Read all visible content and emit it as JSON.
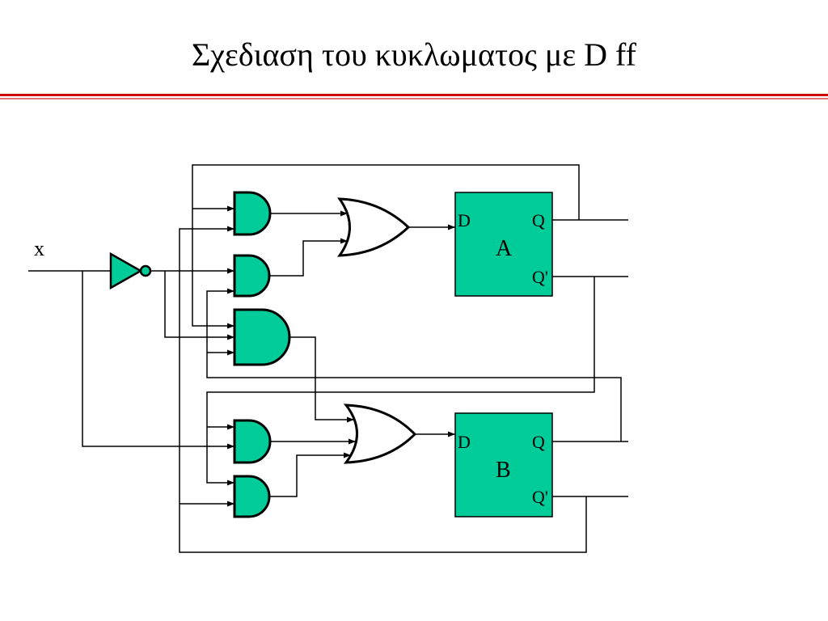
{
  "slide": {
    "title": "Σχεδιαση του κυκλωματος με D ff"
  },
  "circuit": {
    "input_label": "x",
    "flipflops": [
      {
        "name": "A",
        "d_label": "D",
        "q_label": "Q",
        "qn_label": "Q'"
      },
      {
        "name": "B",
        "d_label": "D",
        "q_label": "Q",
        "qn_label": "Q'"
      }
    ]
  },
  "colors": {
    "accent": "#cc0000",
    "accent_light": "#e07070",
    "gate_fill": "#00cc99",
    "wire": "#000000"
  }
}
